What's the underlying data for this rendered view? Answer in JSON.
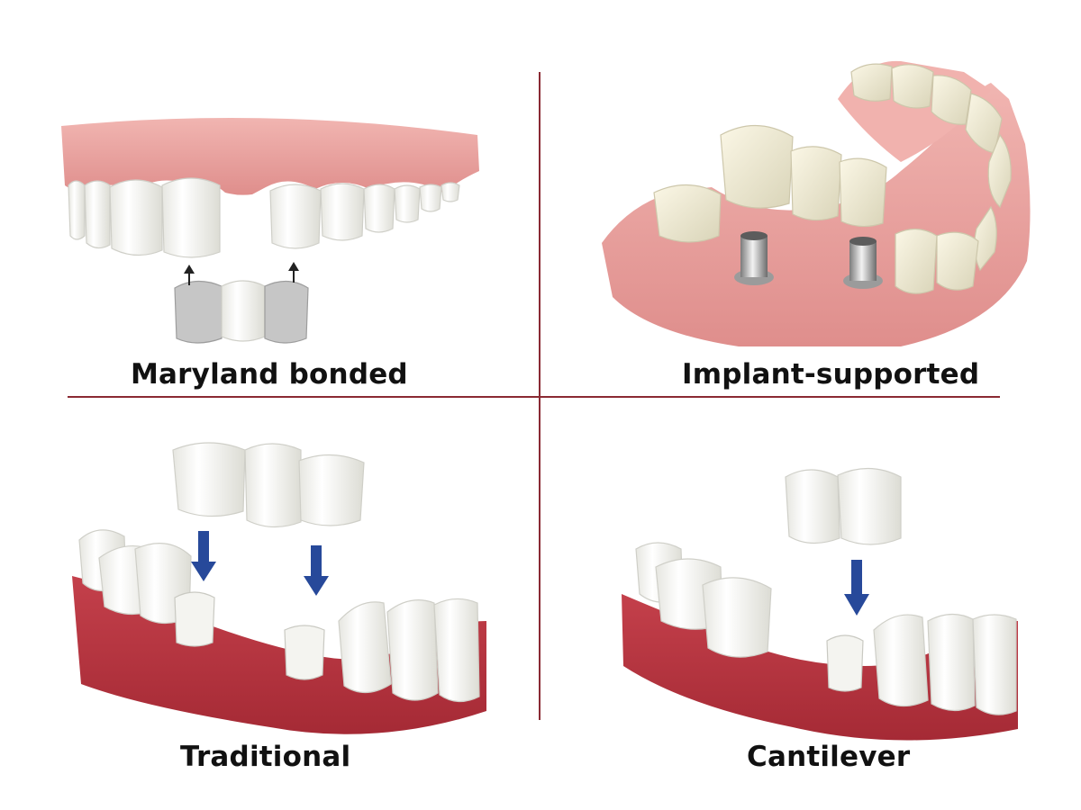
{
  "panels": {
    "maryland": {
      "label": "Maryland bonded"
    },
    "implant": {
      "label": "Implant-supported"
    },
    "traditional": {
      "label": "Traditional"
    },
    "cantilever": {
      "label": "Cantilever"
    }
  },
  "colors": {
    "divider": "#8a2a33",
    "gum_light": "#eba5a2",
    "gum_dark": "#b5333f",
    "tooth": "#f9f9f6",
    "arrow": "#27499a",
    "metal_wing": "#c6c6c6"
  },
  "icons": [
    "arrow-down-icon",
    "arrow-up-icon"
  ]
}
